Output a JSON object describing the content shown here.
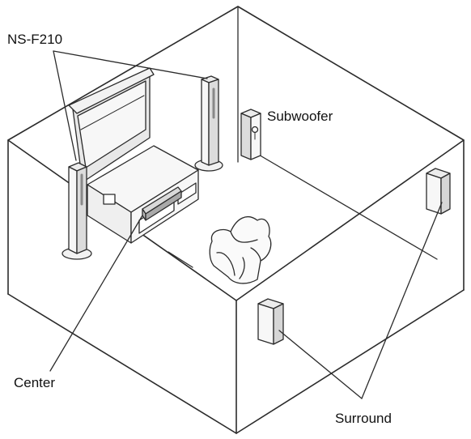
{
  "labels": {
    "front_speakers": "NS-F210",
    "subwoofer": "Subwoofer",
    "center": "Center",
    "surround": "Surround"
  },
  "colors": {
    "line": "#2b2b2b",
    "light_fill": "#f7f7f7",
    "mid_fill": "#ececec",
    "dark_fill": "#d9d9d9"
  }
}
